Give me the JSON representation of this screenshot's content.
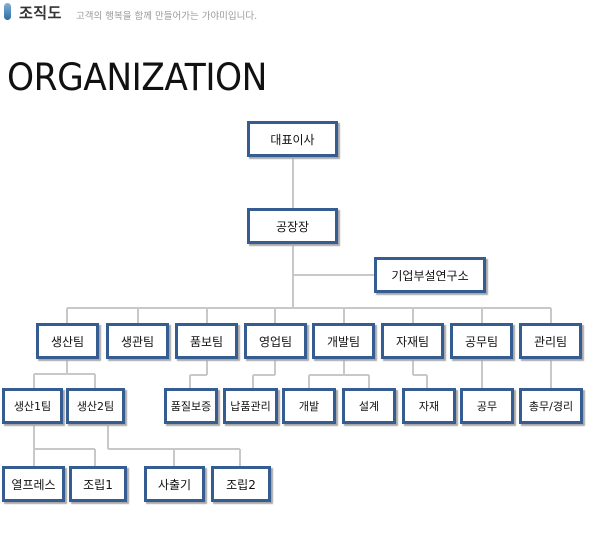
{
  "header": {
    "title": "조직도",
    "subtitle": "고객의 행복을 함께 만들어가는 가야미입니다.",
    "big_title": "ORGANIZATION"
  },
  "org": {
    "ceo": "대표이사",
    "factory_manager": "공장장",
    "rnd": "기업부설연구소",
    "teams": {
      "production": "생산팀",
      "production_mgmt": "생관팀",
      "quality": "품보팀",
      "sales": "영업팀",
      "development": "개발팀",
      "materials": "자재팀",
      "engineering": "공무팀",
      "administration": "관리팀"
    },
    "units": {
      "production_1": "생산1팀",
      "production_2": "생산2팀",
      "quality_assurance": "품질보증",
      "delivery_mgmt": "납품관리",
      "dev": "개발",
      "design": "설계",
      "materials": "자재",
      "engineering": "공무",
      "general_accounting": "총무/경리"
    },
    "lines": {
      "heat_press": "열프레스",
      "assembly_1": "조립1",
      "injection": "사출기",
      "assembly_2": "조립2"
    }
  }
}
